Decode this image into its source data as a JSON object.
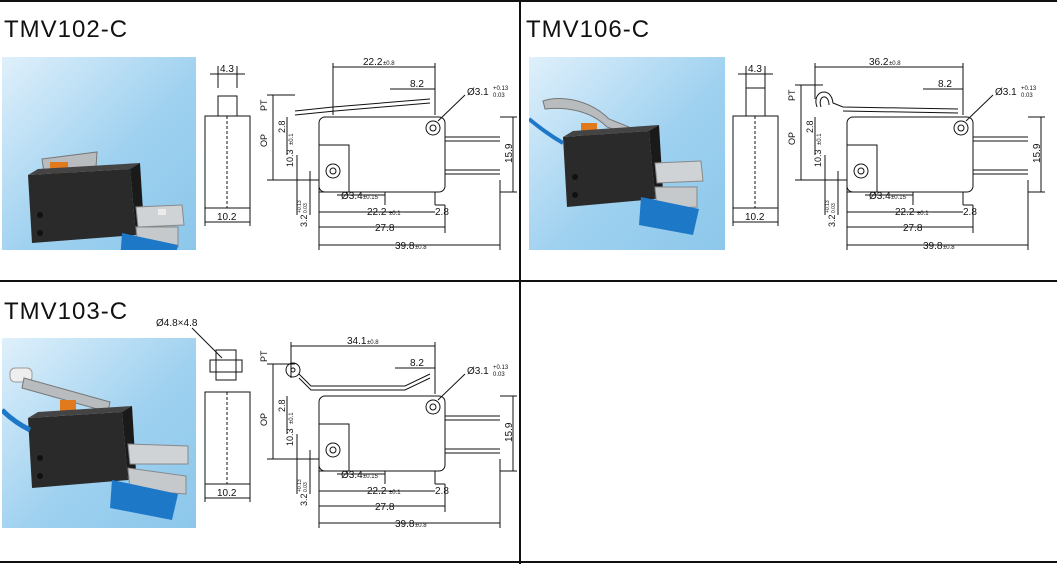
{
  "panels": [
    {
      "title": "TMV102-C",
      "side": {
        "top_width": "4.3",
        "bottom_width": "10.2"
      },
      "front": {
        "top_len": "22.2",
        "top_len_tol": "±0.8",
        "pin_pos": "8.2",
        "hole": "Ø3.1",
        "hole_tol_plus": "+0.13",
        "hole_tol_minus": "0.03",
        "pt": "PT",
        "op": "OP",
        "d28v": "2.8",
        "d103": "10.3",
        "d103_tol": "±0.1",
        "height": "15.9",
        "d32": "3.2",
        "d32_tol_plus": "+0.13",
        "d32_tol_minus": "0.03",
        "hole2": "Ø3.4",
        "hole2_tol": "±0.15",
        "d222": "22.2",
        "d222_tol": "±0.1",
        "d28h": "2.8",
        "d278": "27.8",
        "total": "39.8",
        "total_tol": "±0.8"
      }
    },
    {
      "title": "TMV106-C",
      "side": {
        "top_width": "4.3",
        "bottom_width": "10.2"
      },
      "front": {
        "top_len": "36.2",
        "top_len_tol": "±0.8",
        "pin_pos": "8.2",
        "hole": "Ø3.1",
        "hole_tol_plus": "+0.13",
        "hole_tol_minus": "0.03",
        "pt": "PT",
        "op": "OP",
        "d28v": "2.8",
        "d103": "10.3",
        "d103_tol": "±0.1",
        "height": "15.9",
        "d32": "3.2",
        "d32_tol_plus": "+0.13",
        "d32_tol_minus": "0.03",
        "hole2": "Ø3.4",
        "hole2_tol": "±0.15",
        "d222": "22.2",
        "d222_tol": "±0.1",
        "d28h": "2.8",
        "d278": "27.8",
        "total": "39.8",
        "total_tol": "±0.8"
      }
    },
    {
      "title": "TMV103-C",
      "side": {
        "top_width": "Ø4.8×4.8",
        "bottom_width": "10.2"
      },
      "front": {
        "top_len": "34.1",
        "top_len_tol": "±0.8",
        "pin_pos": "8.2",
        "hole": "Ø3.1",
        "hole_tol_plus": "+0.13",
        "hole_tol_minus": "0.03",
        "pt": "PT",
        "op": "OP",
        "d28v": "2.8",
        "d103": "10.3",
        "d103_tol": "±0.1",
        "height": "15.9",
        "d32": "3.2",
        "d32_tol_plus": "+0.13",
        "d32_tol_minus": "0.03",
        "hole2": "Ø3.4",
        "hole2_tol": "±0.15",
        "d222": "22.2",
        "d222_tol": "±0.1",
        "d28h": "2.8",
        "d278": "27.8",
        "total": "39.8",
        "total_tol": "±0.8"
      }
    }
  ]
}
